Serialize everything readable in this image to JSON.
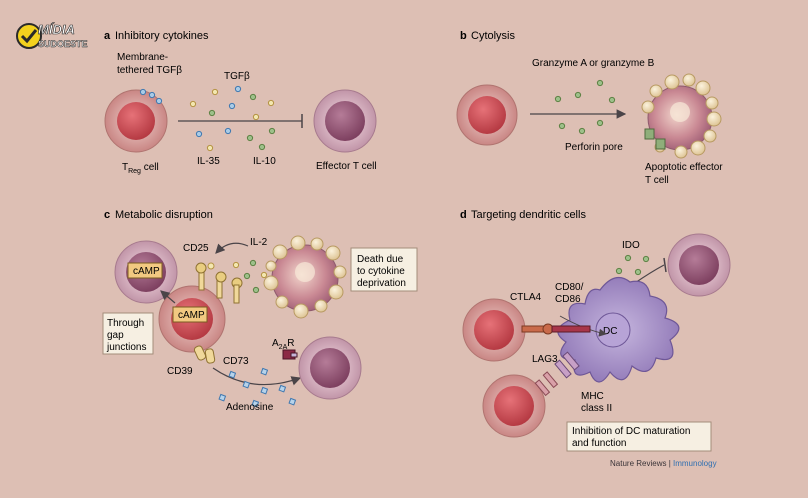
{
  "logo": {
    "line1": "MÍDIA",
    "line2": "SUDOESTE"
  },
  "panel_a": {
    "letter": "a",
    "title": "Inhibitory cytokines",
    "membrane_line1": "Membrane-",
    "membrane_line2": "tethered TGFβ",
    "tgfb": "TGFβ",
    "il35": "IL-35",
    "il10": "IL-10",
    "treg_prefix": "T",
    "treg_sub": "Reg",
    "treg_suffix": " cell",
    "effector": "Effector T cell"
  },
  "panel_b": {
    "letter": "b",
    "title": "Cytolysis",
    "granzyme": "Granzyme A or granzyme B",
    "perforin": "Perforin pore",
    "apoptotic_line1": "Apoptotic effector",
    "apoptotic_line2": "T cell"
  },
  "panel_c": {
    "letter": "c",
    "title": "Metabolic disruption",
    "camp1": "cAMP",
    "camp2": "cAMP",
    "cd25": "CD25",
    "il2": "IL-2",
    "death_line1": "Death due",
    "death_line2": "to cytokine",
    "death_line3": "deprivation",
    "gap_line1": "Through",
    "gap_line2": "gap",
    "gap_line3": "junctions",
    "cd39": "CD39",
    "cd73": "CD73",
    "a2a_main": "A",
    "a2a_sub": "2A",
    "a2a_r": "R",
    "adenosine": "Adenosine"
  },
  "panel_d": {
    "letter": "d",
    "title": "Targeting dendritic cells",
    "ido": "IDO",
    "ctla4": "CTLA4",
    "cd80_line1": "CD80/",
    "cd80_line2": "CD86",
    "dc": "DC",
    "lag3": "LAG3",
    "mhc_line1": "MHC",
    "mhc_line2": "class II",
    "inhibition_line1": "Inhibition of DC maturation",
    "inhibition_line2": "and function"
  },
  "credit": {
    "part1": "Nature Reviews",
    "sep": " | ",
    "part2": "Immunology"
  },
  "colors": {
    "background": "#ddbfb4",
    "treg": "#c24c55",
    "effector": "#8e4c6c",
    "dc": "#9a84bd",
    "ochre": "#c58a2e",
    "green": "#6f8e4e",
    "blue": "#5c94c6"
  }
}
